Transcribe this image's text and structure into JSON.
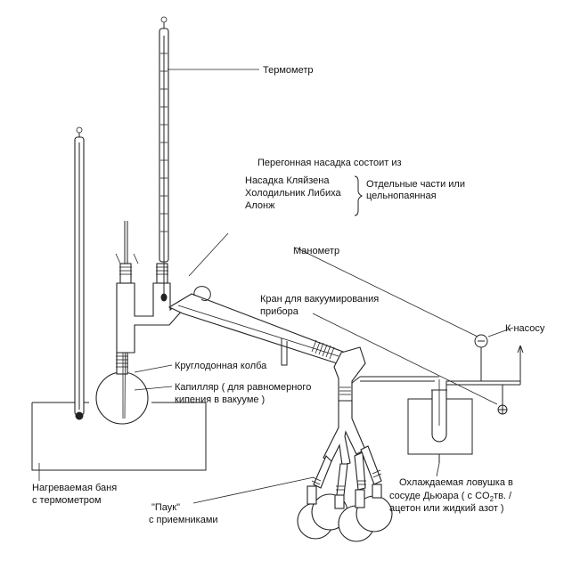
{
  "labels": {
    "thermometer": "Термометр",
    "still_head_title": "Перегонная насадка состоит из",
    "claisen": "Насадка Кляйзена",
    "liebig": "Холодильник Либиха",
    "adapter": "Алонж",
    "separate_1": "Отдельные части или",
    "separate_2": "цельнопаянная",
    "manometer": "Манометр",
    "valve_1": "Кран для вакуумирования",
    "valve_2": "прибора",
    "to_pump": "К насосу",
    "flask": "Круглодонная колба",
    "capillary_1": "Капилляр ( для равномерного",
    "capillary_2": "кипения в вакууме )",
    "bath_1": "Нагреваемая баня",
    "bath_2": "с термометром",
    "spider_1": "\"Паук\"",
    "spider_2": "с приемниками",
    "trap_1": "Охлаждаемая ловушка в",
    "trap_2a": "сосуде   Дьюара ( с CO",
    "trap_2sub": "2",
    "trap_2b": "тв. /",
    "trap_3": "ацетон или жидкий азот )"
  }
}
